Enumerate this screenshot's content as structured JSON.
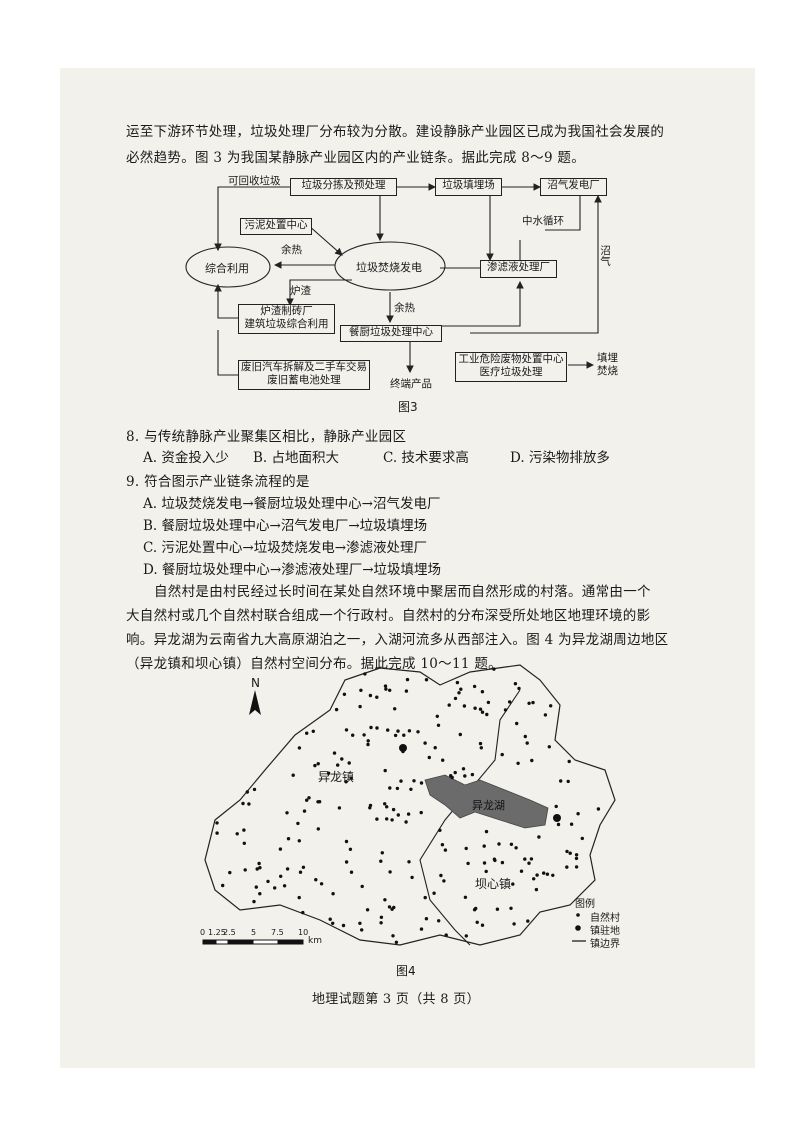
{
  "intro": {
    "line1": "运至下游环节处理，垃圾处理厂分布较为分散。建设静脉产业园区已成为我国社会发展的",
    "line2": "必然趋势。图 3 为我国某静脉产业园区内的产业链条。据此完成 8～9 题。"
  },
  "fig3": {
    "caption": "图3",
    "boxes": {
      "sorting": "垃圾分拣及预处理",
      "landfill": "垃圾填埋场",
      "biogas_plant": "沼气发电厂",
      "sludge": "污泥处置中心",
      "integrated": "综合利用",
      "incineration": "垃圾焚烧发电",
      "leachate": "渗滤液处理厂",
      "slag_line1": "炉渣制砖厂",
      "slag_line2": "建筑垃圾综合利用",
      "kitchen": "餐厨垃圾处理中心",
      "cars_line1": "废旧汽车拆解及二手车交易",
      "cars_line2": "废旧蓄电池处理",
      "hazard_line1": "工业危险废物处置中心",
      "hazard_line2": "医疗垃圾处理"
    },
    "labels": {
      "recyclable": "可回收垃圾",
      "water_cycle": "中水循环",
      "biogas": "沼气",
      "waste_heat1": "余热",
      "slag": "炉渣",
      "waste_heat2": "余热",
      "end_product": "终端产品",
      "landfill_burn": "填埋焚烧"
    }
  },
  "q8": {
    "stem": "8. 与传统静脉产业聚集区相比，静脉产业园区",
    "A": "A. 资金投入少",
    "B": "B. 占地面积大",
    "C": "C. 技术要求高",
    "D": "D. 污染物排放多"
  },
  "q9": {
    "stem": "9. 符合图示产业链条流程的是",
    "A": "A. 垃圾焚烧发电→餐厨垃圾处理中心→沼气发电厂",
    "B": "B. 餐厨垃圾处理中心→沼气发电厂→垃圾填埋场",
    "C": "C. 污泥处置中心→垃圾焚烧发电→渗滤液处理厂",
    "D": "D. 餐厨垃圾处理中心→渗滤液处理厂→垃圾填埋场"
  },
  "passage": {
    "line1": "自然村是由村民经过长时间在某处自然环境中聚居而自然形成的村落。通常由一个",
    "line2": "大自然村或几个自然村联合组成一个行政村。自然村的分布深受所处地区地理环境的影",
    "line3": "响。异龙湖为云南省九大高原湖泊之一，入湖河流多从西部注入。图 4 为异龙湖周边地区",
    "line4": "（异龙镇和坝心镇）自然村空间分布。据此完成 10～11 题。"
  },
  "fig4": {
    "caption": "图4",
    "north": "N",
    "town_yilong": "异龙镇",
    "lake": "异龙湖",
    "town_baxin": "坝心镇",
    "scale_ticks": [
      "0",
      "1.25",
      "2.5",
      "5",
      "7.5",
      "10"
    ],
    "scale_unit": "km",
    "legend": {
      "title": "图例",
      "village": "自然村",
      "town_seat": "镇驻地",
      "boundary": "镇边界"
    }
  },
  "footer": "地理试题第 3 页（共 8 页）"
}
